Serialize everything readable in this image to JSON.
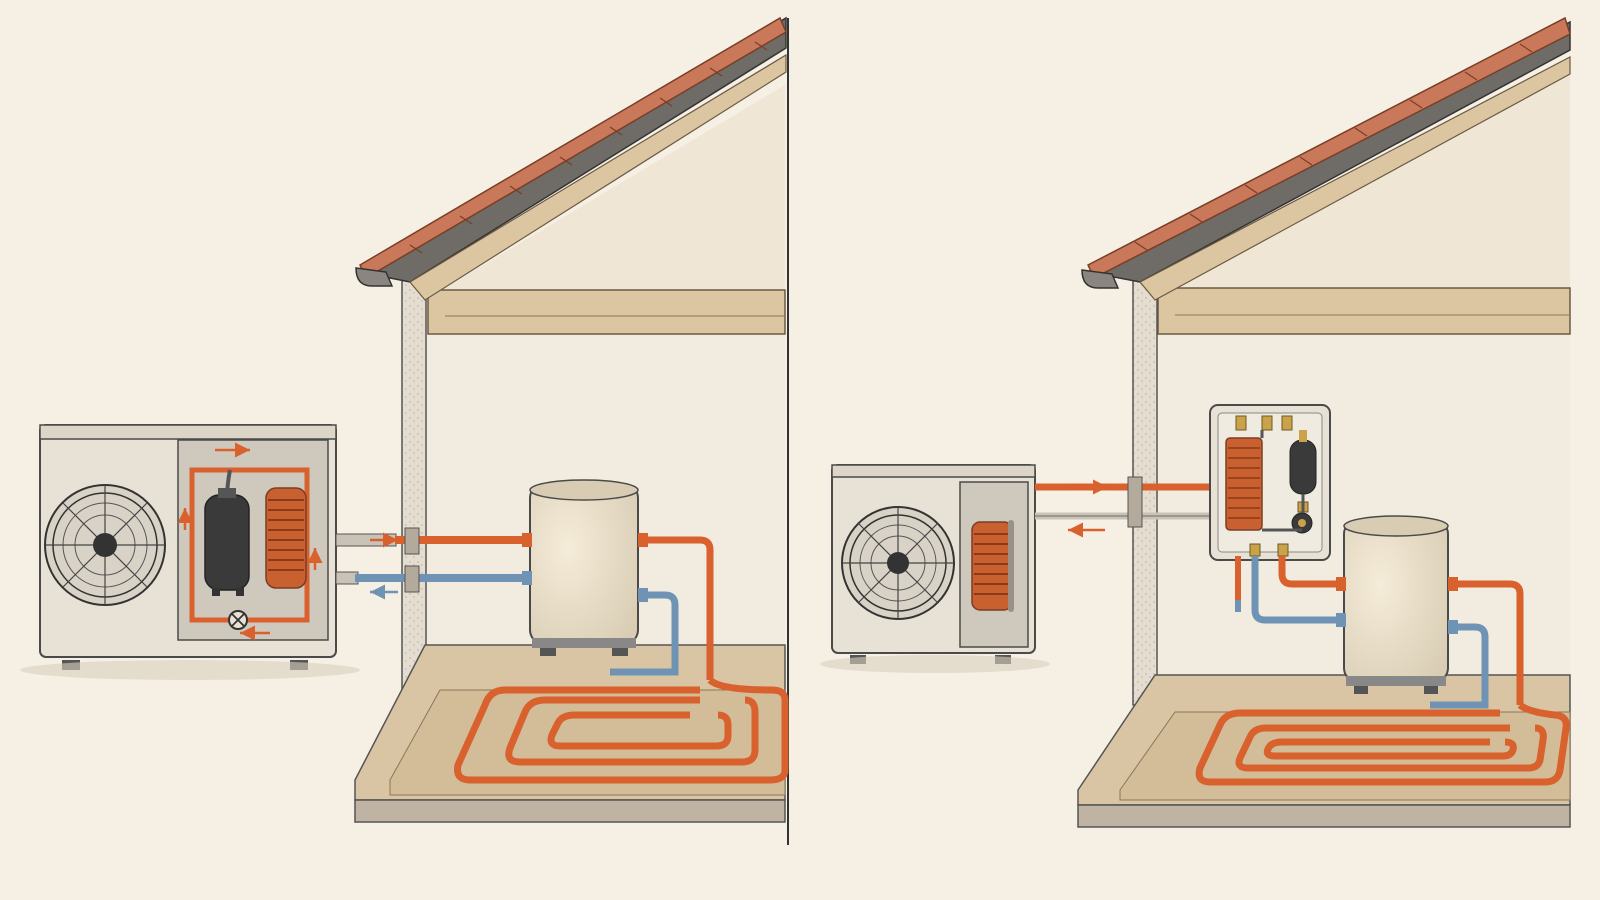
{
  "colors": {
    "background": "#f6f0e4",
    "wall_interior": "#f2ebdf",
    "wall_section": "#e4ddd0",
    "beam_wood": "#dcc6a2",
    "roof_tile": "#c9785a",
    "roof_slate": "#6f6b66",
    "floor_screed": "#d9c4a3",
    "unit_casing": "#e8e2d6",
    "unit_panel": "#cfc8bc",
    "compressor": "#3a3a3a",
    "coil_copper": "#c8602f",
    "pipe_hot": "#d9612e",
    "pipe_cold": "#6f93b5",
    "tank": "#ede2cc",
    "outline": "#4a4a4a"
  },
  "panels": [
    {
      "name": "left",
      "system": "monobloc",
      "outdoor_unit": "outdoor-unit-with-refrigerant-circuit",
      "indoor_components": [
        "hot-water-tank",
        "underfloor-heating-loop"
      ],
      "icons": [
        "fan-icon",
        "compressor-icon",
        "expansion-valve-icon",
        "heat-exchanger-icon"
      ]
    },
    {
      "name": "right",
      "system": "split",
      "outdoor_unit": "outdoor-unit-with-coil",
      "indoor_components": [
        "hydro-module",
        "hot-water-tank",
        "underfloor-heating-loop"
      ],
      "icons": [
        "fan-icon",
        "coil-icon",
        "plate-heat-exchanger-icon",
        "expansion-vessel-icon",
        "pump-icon"
      ]
    }
  ]
}
